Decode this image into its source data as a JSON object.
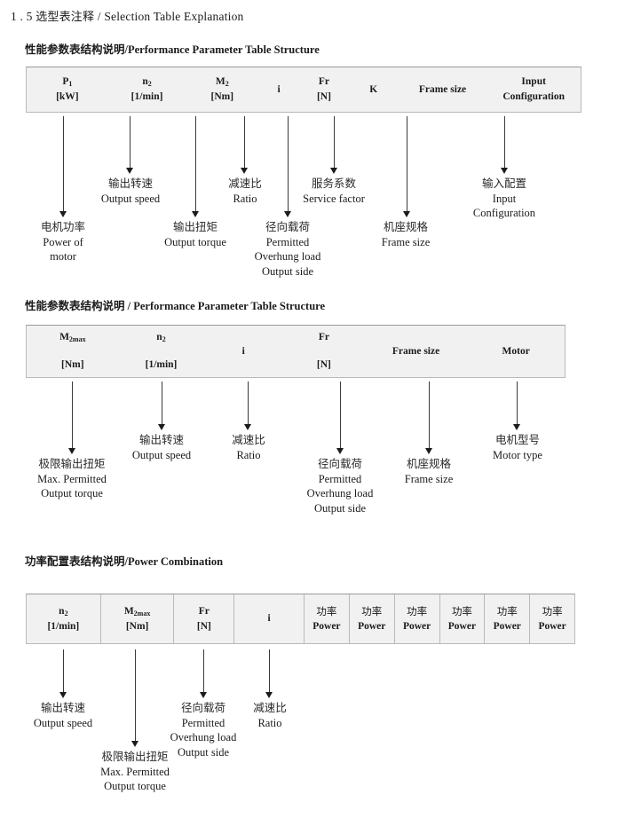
{
  "page": {
    "section_number": "1 . 5",
    "section_title_cn": "选型表注释",
    "section_title_sep": "/",
    "section_title_en": "Selection Table Explanation"
  },
  "blocks": [
    {
      "heading": {
        "cn": "性能参数表结构说明",
        "sep": "/",
        "en": "Performance Parameter Table Structure"
      },
      "table": {
        "divided": false,
        "columns": [
          {
            "line1": "P",
            "line1_sub": "1",
            "line2": "[kW]"
          },
          {
            "line1": "n",
            "line1_sub": "2",
            "line2": "[1/min]"
          },
          {
            "line1": "M",
            "line1_sub": "2",
            "line2": "[Nm]"
          },
          {
            "line1": "i",
            "line1_sub": "",
            "line2": ""
          },
          {
            "line1": "Fr",
            "line1_sub": "",
            "line2": "[N]"
          },
          {
            "line1": "K",
            "line1_sub": "",
            "line2": ""
          },
          {
            "line1": "Frame size",
            "line1_sub": "",
            "line2": ""
          },
          {
            "line1": "Input",
            "line1_sub": "",
            "line2": "Configuration"
          }
        ]
      },
      "notes": [
        {
          "cn": "电机功率",
          "en1": "Power of",
          "en2": "motor",
          "en3": ""
        },
        {
          "cn": "输出转速",
          "en1": "Output speed",
          "en2": "",
          "en3": ""
        },
        {
          "cn": "输出扭矩",
          "en1": "Output torque",
          "en2": "",
          "en3": ""
        },
        {
          "cn": "减速比",
          "en1": "Ratio",
          "en2": "",
          "en3": ""
        },
        {
          "cn": "径向载荷",
          "en1": "Permitted",
          "en2": "Overhung load",
          "en3": "Output side"
        },
        {
          "cn": "服务系数",
          "en1": "Service factor",
          "en2": "",
          "en3": ""
        },
        {
          "cn": "机座规格",
          "en1": "Frame size",
          "en2": "",
          "en3": ""
        },
        {
          "cn": "输入配置",
          "en1": "Input",
          "en2": "Configuration",
          "en3": ""
        }
      ]
    },
    {
      "heading": {
        "cn": "性能参数表结构说明",
        "sep": "/",
        "en": "Performance Parameter Table Structure"
      },
      "table": {
        "divided": false,
        "columns": [
          {
            "line1": "M",
            "line1_sub": "2max",
            "line2": "[Nm]"
          },
          {
            "line1": "n",
            "line1_sub": "2",
            "line2": "[1/min]"
          },
          {
            "line1": "i",
            "line1_sub": "",
            "line2": ""
          },
          {
            "line1": "Fr",
            "line1_sub": "",
            "line2": "[N]"
          },
          {
            "line1": "Frame size",
            "line1_sub": "",
            "line2": ""
          },
          {
            "line1": "Motor",
            "line1_sub": "",
            "line2": ""
          }
        ]
      },
      "notes": [
        {
          "cn": "极限输出扭矩",
          "en1": "Max. Permitted",
          "en2": "Output  torque",
          "en3": ""
        },
        {
          "cn": "输出转速",
          "en1": "Output speed",
          "en2": "",
          "en3": ""
        },
        {
          "cn": "减速比",
          "en1": "Ratio",
          "en2": "",
          "en3": ""
        },
        {
          "cn": "径向载荷",
          "en1": "Permitted",
          "en2": "Overhung load",
          "en3": "Output side"
        },
        {
          "cn": "机座规格",
          "en1": "Frame size",
          "en2": "",
          "en3": ""
        },
        {
          "cn": "电机型号",
          "en1": "Motor type",
          "en2": "",
          "en3": ""
        }
      ]
    },
    {
      "heading": {
        "cn": "功率配置表结构说明",
        "sep": "/",
        "en": "Power Combination"
      },
      "table": {
        "divided": true,
        "columns": [
          {
            "line1": "n",
            "line1_sub": "2",
            "line2": "[1/min]"
          },
          {
            "line1": "M",
            "line1_sub": "2max",
            "line2": "[Nm]"
          },
          {
            "line1": "Fr",
            "line1_sub": "",
            "line2": "[N]"
          },
          {
            "line1": "i",
            "line1_sub": "",
            "line2": ""
          },
          {
            "line1": "功率",
            "line1_sub": "",
            "line2": "Power"
          },
          {
            "line1": "功率",
            "line1_sub": "",
            "line2": "Power"
          },
          {
            "line1": "功率",
            "line1_sub": "",
            "line2": "Power"
          },
          {
            "line1": "功率",
            "line1_sub": "",
            "line2": "Power"
          },
          {
            "line1": "功率",
            "line1_sub": "",
            "line2": "Power"
          },
          {
            "line1": "功率",
            "line1_sub": "",
            "line2": "Power"
          }
        ]
      },
      "notes": [
        {
          "cn": "输出转速",
          "en1": "Output speed",
          "en2": "",
          "en3": ""
        },
        {
          "cn": "极限输出扭矩",
          "en1": "Max. Permitted",
          "en2": "Output  torque",
          "en3": ""
        },
        {
          "cn": "径向载荷",
          "en1": "Permitted",
          "en2": "Overhung load",
          "en3": "Output side"
        },
        {
          "cn": "减速比",
          "en1": "Ratio",
          "en2": "",
          "en3": ""
        }
      ]
    }
  ]
}
